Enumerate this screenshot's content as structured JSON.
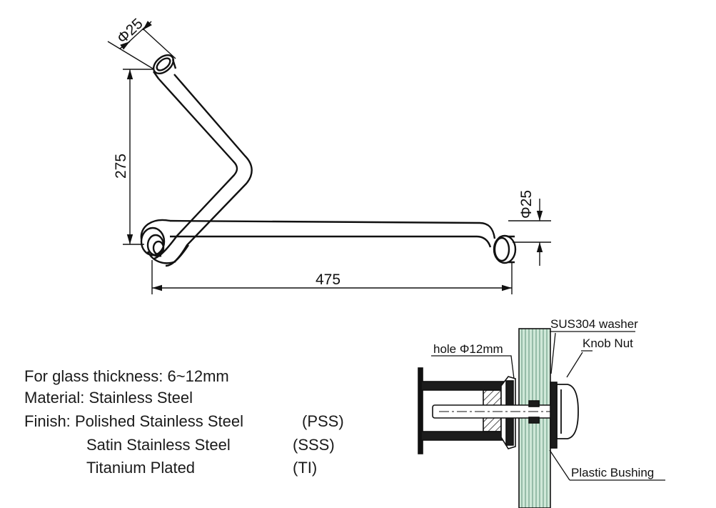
{
  "dimensions": {
    "diameter_top": "Φ25",
    "height": "275",
    "length": "475",
    "diameter_right": "Φ25"
  },
  "callouts": {
    "hole": "hole Φ12mm",
    "washer": "SUS304 washer",
    "knob_nut": "Knob Nut",
    "bushing": "Plastic Bushing"
  },
  "specs": {
    "glass_thickness": "For glass thickness: 6~12mm",
    "material": "Material: Stainless Steel",
    "finish_label": "Finish:",
    "finish_pss_name": "Polished Stainless Steel",
    "finish_pss_code": "(PSS)",
    "finish_sss_name": "Satin Stainless Steel",
    "finish_sss_code": "(SSS)",
    "finish_ti_name": "Titanium Plated",
    "finish_ti_code": "(TI)"
  },
  "colors": {
    "line": "#111111",
    "glass_fill": "#cfe8d8",
    "glass_lines": "#5e8f78"
  }
}
